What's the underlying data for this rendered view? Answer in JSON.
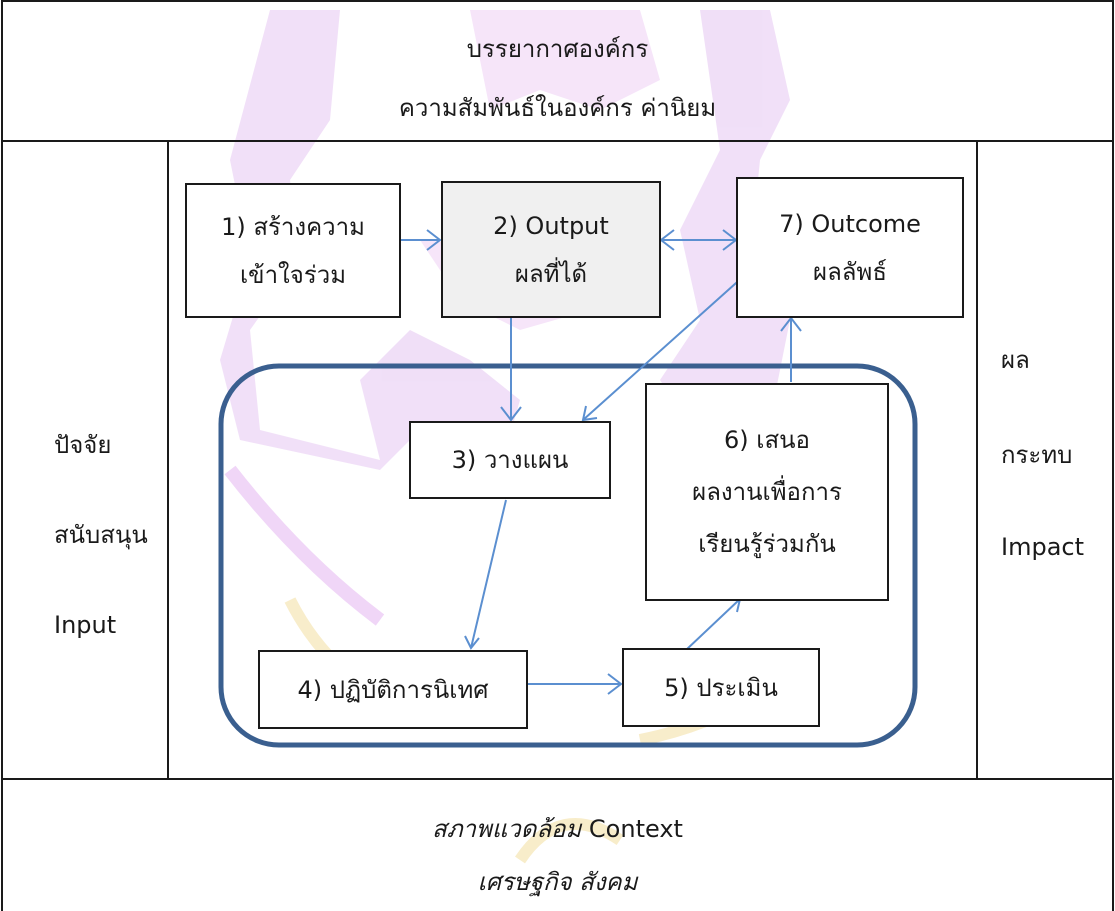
{
  "header": {
    "line1": "บรรยากาศองค์กร",
    "line2": "ความสัมพันธ์ในองค์กร ค่านิยม"
  },
  "left": {
    "line1": "ปัจจัย",
    "line2": "สนับสนุน",
    "line3": "Input"
  },
  "right": {
    "line1": "ผล",
    "line2": "กระทบ",
    "line3": "Impact"
  },
  "footer": {
    "line1_italic": "สภาพแวดล้อม",
    "line1_rest": " Context",
    "line2": "เศรษฐกิจ สังคม"
  },
  "steps": {
    "s1": {
      "l1": "1) สร้างความ",
      "l2": "เข้าใจร่วม"
    },
    "s2": {
      "l1": "2) Output",
      "l2": "ผลที่ได้"
    },
    "s3": {
      "l1": "3) วางแผน"
    },
    "s4": {
      "l1": "4) ปฏิบัติการนิเทศ"
    },
    "s5": {
      "l1": "5) ประเมิน"
    },
    "s6": {
      "l1": "6) เสนอ",
      "l2": "ผลงานเพื่อการ",
      "l3": "เรียนรู้ร่วมกัน"
    },
    "s7": {
      "l1": "7) Outcome",
      "l2": "ผลลัพธ์"
    }
  },
  "colors": {
    "arrow": "#5b8fd0",
    "loop": "#3a5f8f",
    "grid": "#1a1a1a",
    "step2_fill": "#f0f0f0"
  }
}
